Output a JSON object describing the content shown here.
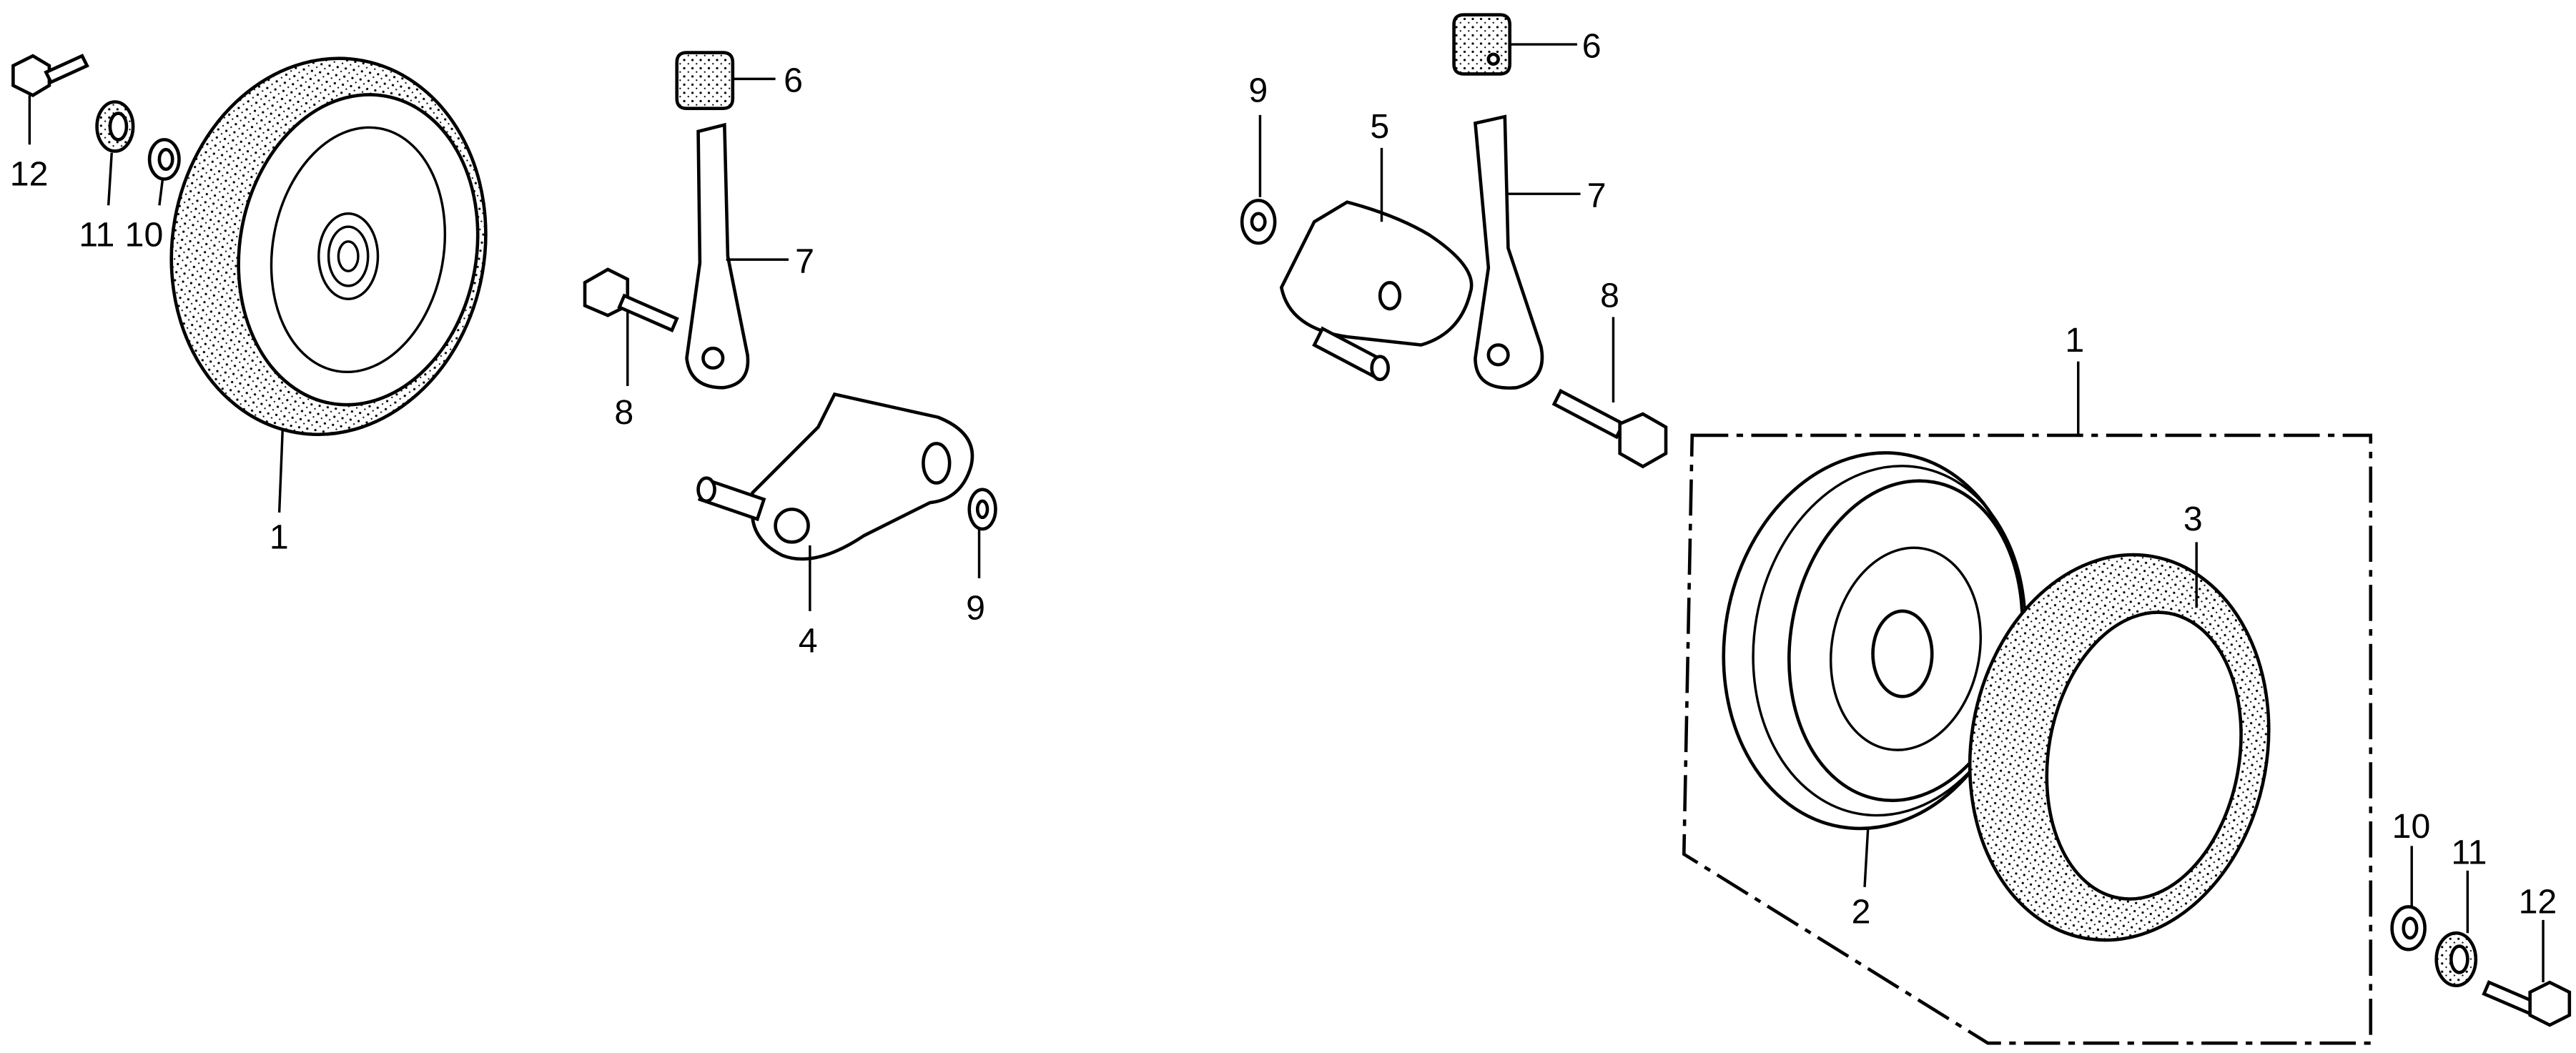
{
  "diagram": {
    "type": "exploded-parts-diagram",
    "left_assembly": {
      "labels": {
        "bolt": "12",
        "bearing": "11",
        "washer": "10",
        "wheel": "1",
        "cap": "6",
        "lever": "7",
        "pivot_bolt": "8",
        "bracket": "4",
        "washer2": "9"
      }
    },
    "right_assembly": {
      "labels": {
        "washer2": "9",
        "bracket": "5",
        "cap": "6",
        "lever": "7",
        "pivot_bolt": "8",
        "wheel_assy": "1",
        "tire": "3",
        "wheel_rim": "2",
        "washer": "10",
        "bearing": "11",
        "bolt": "12"
      }
    }
  }
}
